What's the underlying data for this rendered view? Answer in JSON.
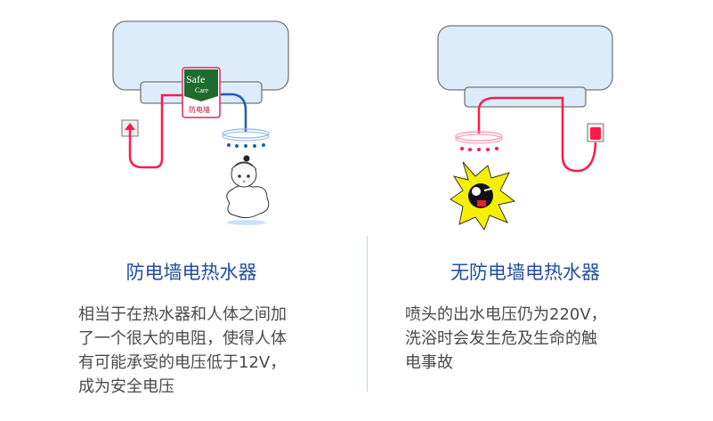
{
  "left": {
    "badge": {
      "line1": "Safe",
      "line2": "Care",
      "cn": "防电墙"
    },
    "title": "防电墙电热水器",
    "description": [
      "相当于在热水器和人体之间加",
      "了一个很大的电阻，使得人体",
      "有可能承受的电压低于12V，",
      "成为安全电压"
    ]
  },
  "right": {
    "title": "无防电墙电热水器",
    "description": [
      "喷头的出水电压仍为220V，",
      "洗浴时会发生危及生命的触",
      "电事故"
    ]
  },
  "colors": {
    "heading": "#1f4f9c",
    "wire": "#ff1a4a",
    "water": "#1d5fb0",
    "tank": "#dcecfb",
    "badge_green": "#1e6b2c"
  }
}
